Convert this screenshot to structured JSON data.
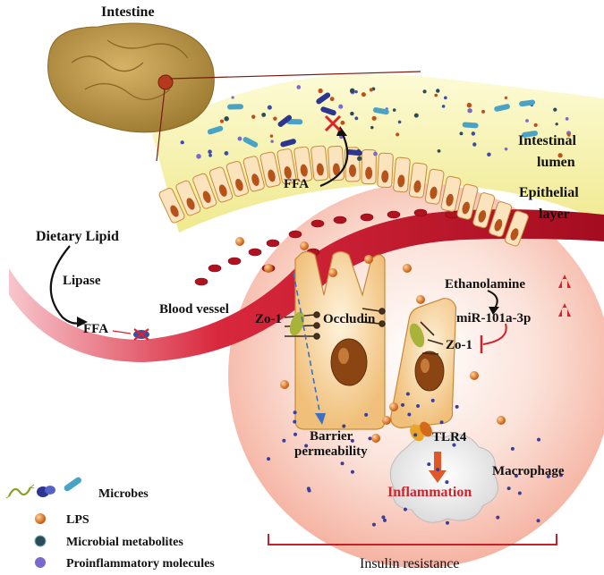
{
  "labels": {
    "intestine": "Intestine",
    "intestinal_lumen": [
      "Intestinal",
      "lumen"
    ],
    "epithelial_layer": [
      "Epithelial",
      "layer"
    ],
    "dietary_lipid": "Dietary Lipid",
    "lipase": "Lipase",
    "ffa_blood": "FFA",
    "ffa_epithelium": "FFA",
    "blood_vessel": "Blood vessel",
    "zo1_left": "Zo-1",
    "occludin": "Occludin",
    "ethanolamine": "Ethanolamine",
    "mir": "miR-101a-3p",
    "zo1_right": "Zo-1",
    "barrier_permeability": [
      "Barrier",
      "permeability"
    ],
    "tlr4": "TLR4",
    "macrophage": "Macrophage",
    "inflammation": "Inflammation",
    "insulin_resistance": "Insulin resistance"
  },
  "legend": [
    {
      "icon": "microbes-icon",
      "label": "Microbes"
    },
    {
      "icon": "lps-icon",
      "label": "LPS"
    },
    {
      "icon": "microbial-metabolite-icon",
      "label": "Microbial metabolites"
    },
    {
      "icon": "proinflammatory-molecule-icon",
      "label": "Proinflammatory molecules"
    }
  ],
  "colors": {
    "intestine": "#b8974a",
    "lumen": "#f4f0a8",
    "blood_vessel": "#c8102e",
    "inflammation_text": "#d2232a",
    "lps": "#e07a1a",
    "cell": "#f2c98a",
    "nucleus": "#8b4513",
    "zone_glow": "#f6b5a8"
  }
}
